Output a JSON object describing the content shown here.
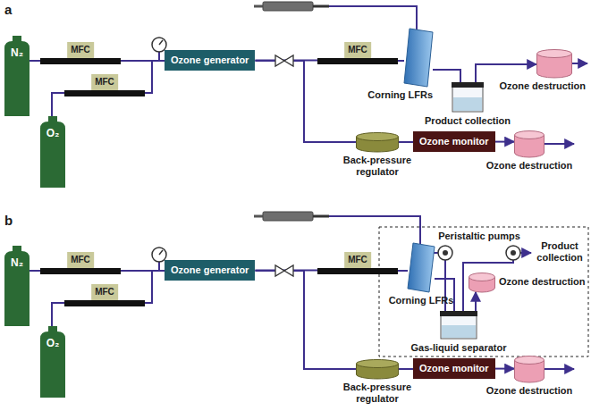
{
  "diagram": {
    "nodes": [
      {
        "text": [
          "N₂"
        ]
      },
      {
        "text": [
          "MFC"
        ]
      },
      {
        "text": [
          "MFC"
        ]
      },
      {
        "text": [
          "O₂"
        ]
      },
      {
        "text": [
          "Ozone generator"
        ]
      },
      {
        "text": [
          "MFC"
        ]
      },
      {
        "text": [
          "Corning LFRs"
        ]
      },
      {
        "text": [
          "Product collection"
        ]
      },
      {
        "text": [
          "Ozone destruction"
        ]
      },
      {
        "text": [
          "Back-pressure regulator"
        ]
      },
      {
        "text": [
          "Ozone monitor"
        ]
      },
      {
        "text": [
          "Ozone destruction"
        ]
      },
      {
        "text": [
          "N₂"
        ]
      },
      {
        "text": [
          "MFC"
        ]
      },
      {
        "text": [
          "MFC"
        ]
      },
      {
        "text": [
          "O₂"
        ]
      },
      {
        "text": [
          "Ozone generator"
        ]
      },
      {
        "text": [
          "MFC"
        ]
      },
      {
        "text": [
          "Corning LFRs"
        ]
      },
      {
        "text": [
          "Gas-liquid separator"
        ]
      },
      {
        "text": [
          "Ozone destruction"
        ]
      },
      {
        "text": [
          "Back-pressure regulator"
        ]
      },
      {
        "text": [
          "Ozone monitor"
        ]
      },
      {
        "text": [
          "Ozone destruction"
        ]
      }
    ],
    "edges": [
      {
        "from": 0,
        "to": 1,
        "arrow": "none"
      },
      {
        "from": 3,
        "to": 2,
        "arrow": "none"
      },
      {
        "from": 1,
        "to": 4,
        "arrow": "none"
      },
      {
        "from": 2,
        "to": 4,
        "arrow": "none"
      },
      {
        "from": 4,
        "to": 5,
        "arrow": "none"
      },
      {
        "from": 4,
        "to": 9,
        "arrow": "none"
      },
      {
        "from": 5,
        "to": 6,
        "arrow": "none"
      },
      {
        "from": 6,
        "to": 7,
        "arrow": "none"
      },
      {
        "from": 7,
        "to": 8,
        "arrow": "to"
      },
      {
        "from": 9,
        "to": 10,
        "arrow": "none"
      },
      {
        "from": 10,
        "to": 11,
        "arrow": "to"
      },
      {
        "from": 12,
        "to": 13,
        "arrow": "none"
      },
      {
        "from": 15,
        "to": 14,
        "arrow": "none"
      },
      {
        "from": 13,
        "to": 16,
        "arrow": "none"
      },
      {
        "from": 14,
        "to": 16,
        "arrow": "none"
      },
      {
        "from": 16,
        "to": 17,
        "arrow": "none"
      },
      {
        "from": 16,
        "to": 21,
        "arrow": "none"
      },
      {
        "from": 17,
        "to": 18,
        "arrow": "none"
      },
      {
        "from": 18,
        "to": 19,
        "arrow": "none"
      },
      {
        "from": 19,
        "to": 20,
        "arrow": "to"
      },
      {
        "from": 21,
        "to": 22,
        "arrow": "none"
      },
      {
        "from": 22,
        "to": 23,
        "arrow": "to"
      }
    ],
    "labels": [
      "a",
      "b",
      "Peristaltic pumps",
      "Product collection"
    ]
  }
}
